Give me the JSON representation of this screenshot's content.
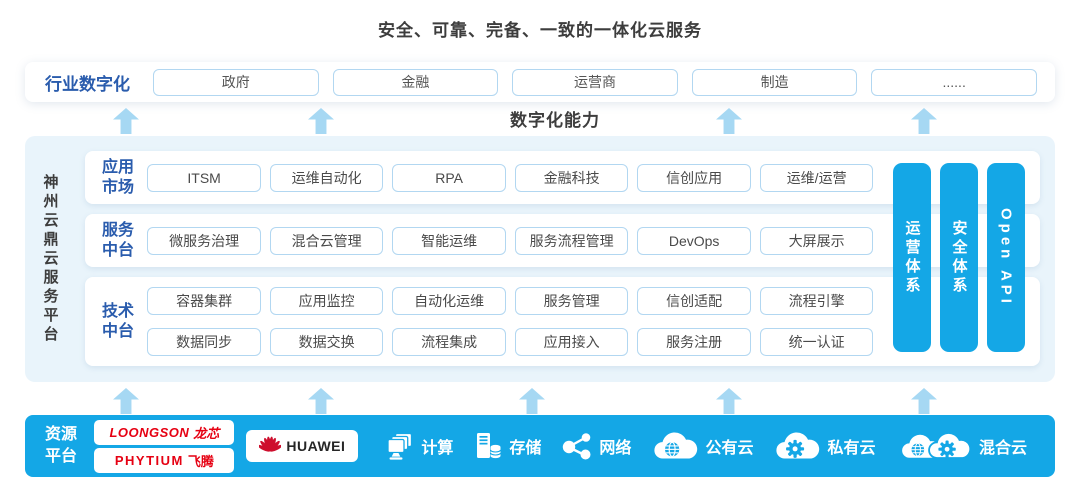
{
  "title": "安全、可靠、完备、一致的一体化云服务",
  "industry_row": {
    "label": "行业数字化",
    "items": [
      "政府",
      "金融",
      "运营商",
      "制造",
      "......"
    ]
  },
  "digital_capability_label": "数字化能力",
  "platform": {
    "side_label": "神州云鼎云服务平台",
    "rows": [
      {
        "label": "应用市场",
        "lines": [
          [
            "ITSM",
            "运维自动化",
            "RPA",
            "金融科技",
            "信创应用",
            "运维/运营"
          ]
        ]
      },
      {
        "label": "服务中台",
        "lines": [
          [
            "微服务治理",
            "混合云管理",
            "智能运维",
            "服务流程管理",
            "DevOps",
            "大屏展示"
          ]
        ]
      },
      {
        "label": "技术中台",
        "lines": [
          [
            "容器集群",
            "应用监控",
            "自动化运维",
            "服务管理",
            "信创适配",
            "流程引擎"
          ],
          [
            "数据同步",
            "数据交换",
            "流程集成",
            "应用接入",
            "服务注册",
            "统一认证"
          ]
        ]
      }
    ],
    "pillars": [
      "运营体系",
      "安全体系",
      "Open API"
    ]
  },
  "resource_platform": {
    "label": "资源平台",
    "vendors": {
      "loongson": {
        "en": "LOONGSON",
        "cn": "龙芯"
      },
      "phytium": {
        "en": "PHYTIUM",
        "cn": "飞腾"
      },
      "huawei": {
        "name": "HUAWEI"
      }
    },
    "resources": [
      {
        "icon": "compute-icon",
        "label": "计算"
      },
      {
        "icon": "storage-icon",
        "label": "存储"
      },
      {
        "icon": "network-icon",
        "label": "网络"
      },
      {
        "icon": "public-cloud-icon",
        "label": "公有云"
      },
      {
        "icon": "private-cloud-icon",
        "label": "私有云"
      },
      {
        "icon": "hybrid-cloud-icon",
        "label": "混合云"
      }
    ]
  },
  "colors": {
    "accent_blue": "#14a7e6",
    "panel_blue": "#e9f4fb",
    "arrow_blue": "#a6d8f3",
    "box_border_blue": "#b2d7f1",
    "label_blue": "#2a5cad",
    "logo_red": "#e60012"
  }
}
